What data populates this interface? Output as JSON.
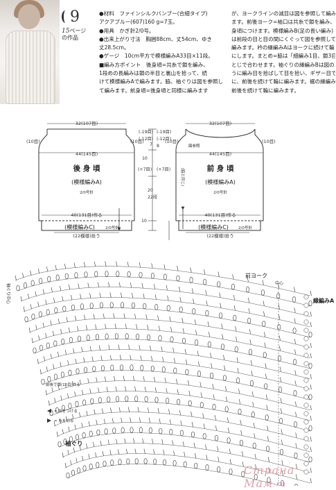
{
  "header": {
    "number": "9",
    "page_ref": "15",
    "page_ref_suffix": "ページ",
    "page_ref_line2": "の作品"
  },
  "materials": {
    "lines": [
      "●材料　ファインシルクバンブー(合細タイプ)",
      "アクアブルー(607)160 g=7玉。",
      "●用具　かぎ針2/0号。",
      "●出来上がり寸法　胸囲88cm、丈54cm、ゆき",
      "丈28.5cm。",
      "●ゲージ　10cm平方で模様編みA33目×11段。",
      "■編み方ポイント　後身頃=共糸で鎖を編み、",
      "1段めの長編みは鎖の半目と裏山を拾って、続",
      "けて模様編みAで編みます。脇、袖ぐりは図を参照し",
      "て編みます。前身頃=後身頃と同様に編みます"
    ]
  },
  "instructions": {
    "lines": [
      "が、ヨークラインの減目は図を参照して編み",
      "ます。前後ヨーク=袖口は共糸で鎖を編み、",
      "身頃につけます。模様編みB(足の長い編み)",
      "は前段の目と目の間にくぐって図を参照して",
      "編みます。衿の縁編みAはヨークに続けて輪",
      "にします。まとめ=脇は「細編み1目、鎖3目」",
      "とじで合わせます。袖ぐりの縁編みBは図のよ",
      "うに編み目を拾ばして目を拾い、ギザー目で",
      "に、前後を続けて輪に編みます。裾の縁編み",
      "前後を続けて輪に編みます。"
    ]
  },
  "back_piece": {
    "title": "後 身 頃",
    "pattern": "(模様編みA)",
    "hook": "2/0号針",
    "top_width": "32(107目)",
    "body_width": "44(145目)",
    "side_label": "(10目)",
    "hem_width": "40(131目)作る",
    "hem_pattern": "(模様編みC)",
    "hem_hook": "2/0号針",
    "hem_repeat": "(22模様)拾う"
  },
  "front_piece": {
    "title": "前 身 頃",
    "pattern": "(模様編みA)",
    "hook": "2/0号針",
    "top_width": "32(107目)",
    "body_width": "44(145目)",
    "side_label": "(10目)",
    "hem_width": "40(131目)作る",
    "hem_pattern": "(模様編みC)",
    "hem_hook": "2/0号針",
    "hem_repeat": "(22模様)拾う",
    "note": "図参照",
    "side_note": "(脇と同じ)"
  },
  "measurements": {
    "shoulder_rows": "(-19目)",
    "shoulder_rows2": "(-12目)",
    "armhole_rows": "(+7目)",
    "side_rows": "20",
    "side_rows2": "22段",
    "num_7": "7",
    "num_8": "8",
    "num_10": "10",
    "num_10b": "10"
  },
  "yoke": {
    "title": "前ヨーク",
    "center": "中心",
    "edge": "縁編みA",
    "armhole": "袖ぐり",
    "sleeve_side": "袖ぐり中心",
    "side_label": "前後で鎖(10目)作る"
  },
  "legend": {
    "attach": "= 糸をつける",
    "cut": "= 糸を切る"
  },
  "watermark": {
    "text": "Страна Мам"
  }
}
